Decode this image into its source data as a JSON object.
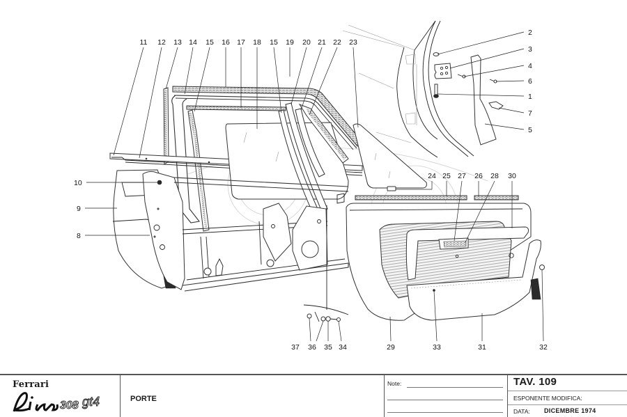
{
  "diagram": {
    "callouts": [
      {
        "id": "c11",
        "label": "11"
      },
      {
        "id": "c12",
        "label": "12"
      },
      {
        "id": "c13",
        "label": "13"
      },
      {
        "id": "c14",
        "label": "14"
      },
      {
        "id": "c15a",
        "label": "15"
      },
      {
        "id": "c16",
        "label": "16"
      },
      {
        "id": "c17",
        "label": "17"
      },
      {
        "id": "c18",
        "label": "18"
      },
      {
        "id": "c15b",
        "label": "15"
      },
      {
        "id": "c19",
        "label": "19"
      },
      {
        "id": "c20",
        "label": "20"
      },
      {
        "id": "c21",
        "label": "21"
      },
      {
        "id": "c22",
        "label": "22"
      },
      {
        "id": "c23",
        "label": "23"
      },
      {
        "id": "c2",
        "label": "2"
      },
      {
        "id": "c3",
        "label": "3"
      },
      {
        "id": "c4",
        "label": "4"
      },
      {
        "id": "c6",
        "label": "6"
      },
      {
        "id": "c1",
        "label": "1"
      },
      {
        "id": "c7",
        "label": "7"
      },
      {
        "id": "c5",
        "label": "5"
      },
      {
        "id": "c10",
        "label": "10"
      },
      {
        "id": "c9",
        "label": "9"
      },
      {
        "id": "c8",
        "label": "8"
      },
      {
        "id": "c24",
        "label": "24"
      },
      {
        "id": "c25",
        "label": "25"
      },
      {
        "id": "c27",
        "label": "27"
      },
      {
        "id": "c26",
        "label": "26"
      },
      {
        "id": "c28",
        "label": "28"
      },
      {
        "id": "c30",
        "label": "30"
      },
      {
        "id": "c37",
        "label": "37"
      },
      {
        "id": "c36",
        "label": "36"
      },
      {
        "id": "c35",
        "label": "35"
      },
      {
        "id": "c34",
        "label": "34"
      },
      {
        "id": "c29",
        "label": "29"
      },
      {
        "id": "c33",
        "label": "33"
      },
      {
        "id": "c31",
        "label": "31"
      },
      {
        "id": "c32",
        "label": "32"
      }
    ]
  },
  "titleblock": {
    "brand": "Ferrari",
    "model_logo": "Dino 308 GT4",
    "section_title": "PORTE",
    "note_label": "Note:",
    "plate": "TAV. 109",
    "revision_label": "ESPONENTE MODIFICA:",
    "date_label": "DATA:",
    "date_value": "DICEMBRE 1974"
  }
}
